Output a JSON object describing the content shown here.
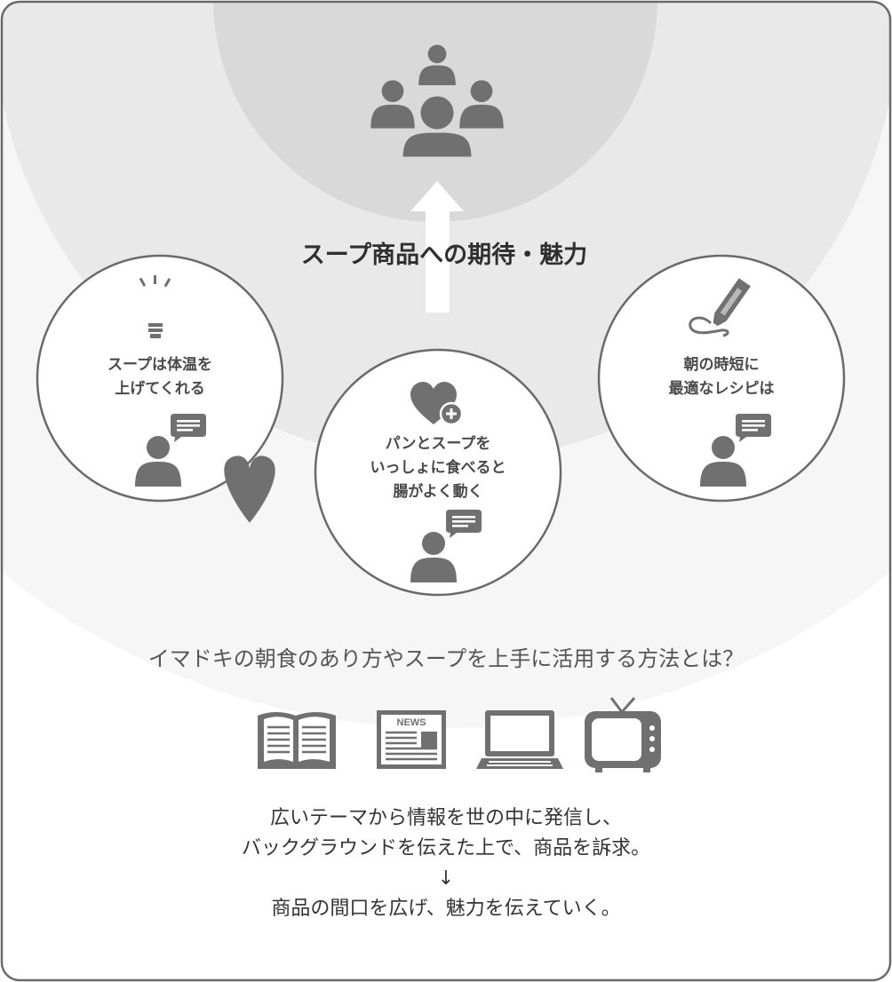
{
  "diagram": {
    "main_label": "スープ商品への期待・魅力",
    "bubbles": [
      {
        "lines": [
          "スープは体温を",
          "上げてくれる"
        ],
        "icon": "lightbulb-heart-icon"
      },
      {
        "lines": [
          "パンとスープを",
          "いっしょに食べると",
          "腸がよく動く"
        ],
        "icon": "heart-plus-icon"
      },
      {
        "lines": [
          "朝の時短に",
          "最適なレシピは"
        ],
        "icon": "pencil-icon"
      }
    ],
    "question": "イマドキの朝食のあり方やスープを上手に活用する方法とは？",
    "media_icons": [
      "book-icon",
      "newspaper-icon",
      "laptop-icon",
      "tv-icon"
    ],
    "newspaper_label": "NEWS",
    "body_lines": [
      "広いテーマから情報を世の中に発信し、",
      "バックグラウンドを伝えた上で、商品を訴求。",
      "↓",
      "商品の間口を広げ、魅力を伝えていく。"
    ],
    "colors": {
      "outer_ring": "#f6f6f6",
      "mid_ring": "#e8e8e8",
      "inner_circle": "#d8d8d8",
      "icon_gray": "#707070",
      "border": "#6a6a6a"
    }
  }
}
